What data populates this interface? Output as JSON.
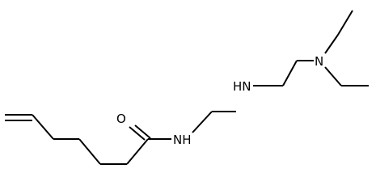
{
  "molecule": {
    "atoms": {
      "oxygen": "O",
      "amide_nitrogen": "NH",
      "amine_nitrogen": "HN",
      "tertiary_nitrogen": "N"
    }
  }
}
